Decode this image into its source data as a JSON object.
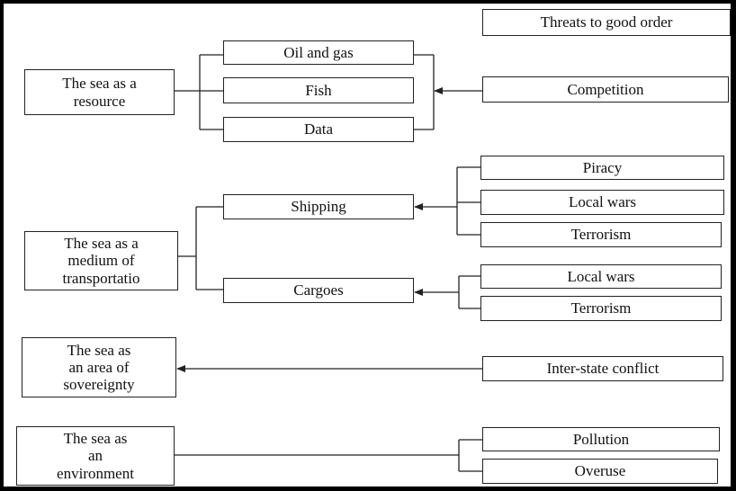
{
  "header": {
    "title": "Threats to good order"
  },
  "sections": [
    {
      "category": "The sea as a\nresource",
      "items": [
        "Oil and gas",
        "Fish",
        "Data"
      ],
      "threats": [
        "Competition"
      ]
    },
    {
      "category": "The sea as a\nmedium of\ntransportatio",
      "items": [
        {
          "label": "Shipping",
          "threats": [
            "Piracy",
            "Local wars",
            "Terrorism"
          ]
        },
        {
          "label": "Cargoes",
          "threats": [
            "Local wars",
            "Terrorism"
          ]
        }
      ]
    },
    {
      "category": "The sea as\nan area of\nsovereignty",
      "threats": [
        "Inter-state conflict"
      ]
    },
    {
      "category": "The sea as\nan\nenvironment",
      "threats": [
        "Pollution",
        "Overuse"
      ]
    }
  ]
}
